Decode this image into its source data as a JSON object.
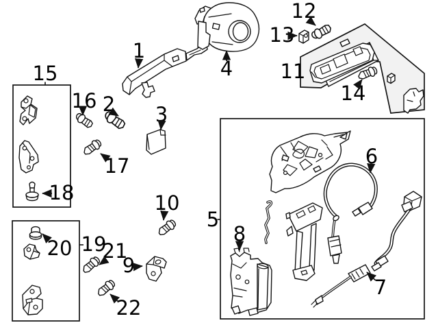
{
  "colors": {
    "line": "#111111",
    "background": "#ffffff",
    "panel_fill": "#f2f2f2",
    "box_fill": "#ffffff",
    "label_color": "#000000"
  },
  "callouts": [
    {
      "text": "1"
    },
    {
      "text": "2"
    },
    {
      "text": "3"
    },
    {
      "text": "4"
    },
    {
      "text": "5"
    },
    {
      "text": "6"
    },
    {
      "text": "7"
    },
    {
      "text": "8"
    },
    {
      "text": "9"
    },
    {
      "text": "10"
    },
    {
      "text": "11"
    },
    {
      "text": "12"
    },
    {
      "text": "13"
    },
    {
      "text": "14"
    },
    {
      "text": "15"
    },
    {
      "text": "16"
    },
    {
      "text": "17"
    },
    {
      "text": "18"
    },
    {
      "text": "19"
    },
    {
      "text": "20"
    },
    {
      "text": "21"
    },
    {
      "text": "22"
    }
  ]
}
